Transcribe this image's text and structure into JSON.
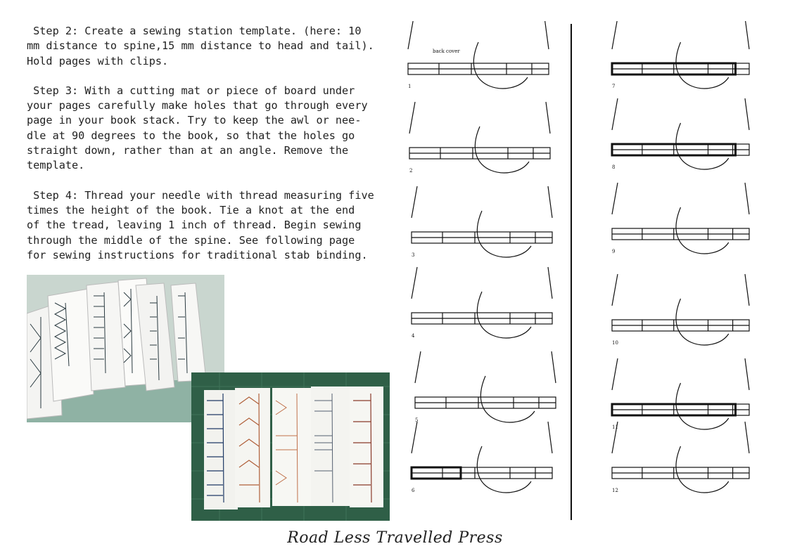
{
  "steps": [
    {
      "text": " Step 2: Create a sewing station template. (here: 10\nmm distance to spine,15 mm distance to head and tail).\nHold pages with clips."
    },
    {
      "text": " Step 3: With a cutting mat or piece of board under\nyour pages carefully make holes that go through every\npage in your book stack. Try to keep the awl or nee-\ndle at 90 degrees to the book, so that the holes go\nstraight down, rather than at an angle. Remove the\ntemplate."
    },
    {
      "text": " Step 4: Thread your needle with thread measuring five\ntimes the height of the book. Tie a knot at the end\nof the tread, leaving 1 inch of thread. Begin sewing\nthrough the middle of the spine. See following page\nfor sewing instructions for traditional stab binding."
    }
  ],
  "diagram": {
    "back_cover_label": "back cover",
    "figure_numbers": [
      "1",
      "2",
      "3",
      "4",
      "5",
      "6",
      "7",
      "8",
      "9",
      "10",
      "11",
      "12"
    ]
  },
  "footer": {
    "press_name": "Road Less Travelled Press"
  },
  "colors": {
    "text": "#222222",
    "mat_green": "#2f5f47",
    "thread_blue": "#1f3a66",
    "thread_brown": "#8a4a2a"
  }
}
